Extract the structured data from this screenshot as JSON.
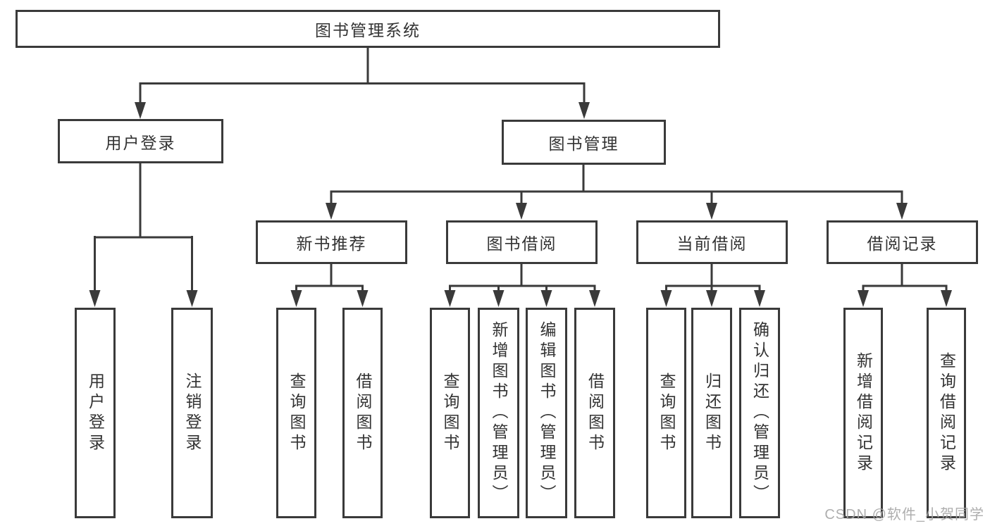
{
  "diagram": {
    "root": {
      "label": "图书管理系统"
    },
    "branches": [
      {
        "label": "用户登录",
        "children": [
          {
            "label": "用户登录"
          },
          {
            "label": "注销登录"
          }
        ]
      },
      {
        "label": "图书管理",
        "children": [
          {
            "label": "新书推荐",
            "children": [
              {
                "label": "查询图书"
              },
              {
                "label": "借阅图书"
              }
            ]
          },
          {
            "label": "图书借阅",
            "children": [
              {
                "label": "查询图书"
              },
              {
                "label": "新增图书（管理员）"
              },
              {
                "label": "编辑图书（管理员）"
              },
              {
                "label": "借阅图书"
              }
            ]
          },
          {
            "label": "当前借阅",
            "children": [
              {
                "label": "查询图书"
              },
              {
                "label": "归还图书"
              },
              {
                "label": "确认归还（管理员）"
              }
            ]
          },
          {
            "label": "借阅记录",
            "children": [
              {
                "label": "新增借阅记录"
              },
              {
                "label": "查询借阅记录"
              }
            ]
          }
        ]
      }
    ]
  },
  "watermark": "CSDN @软件_小贺同学",
  "colors": {
    "line": "#3a3a3a",
    "text": "#333333",
    "watermark": "#a6a6a6",
    "background": "#ffffff"
  }
}
